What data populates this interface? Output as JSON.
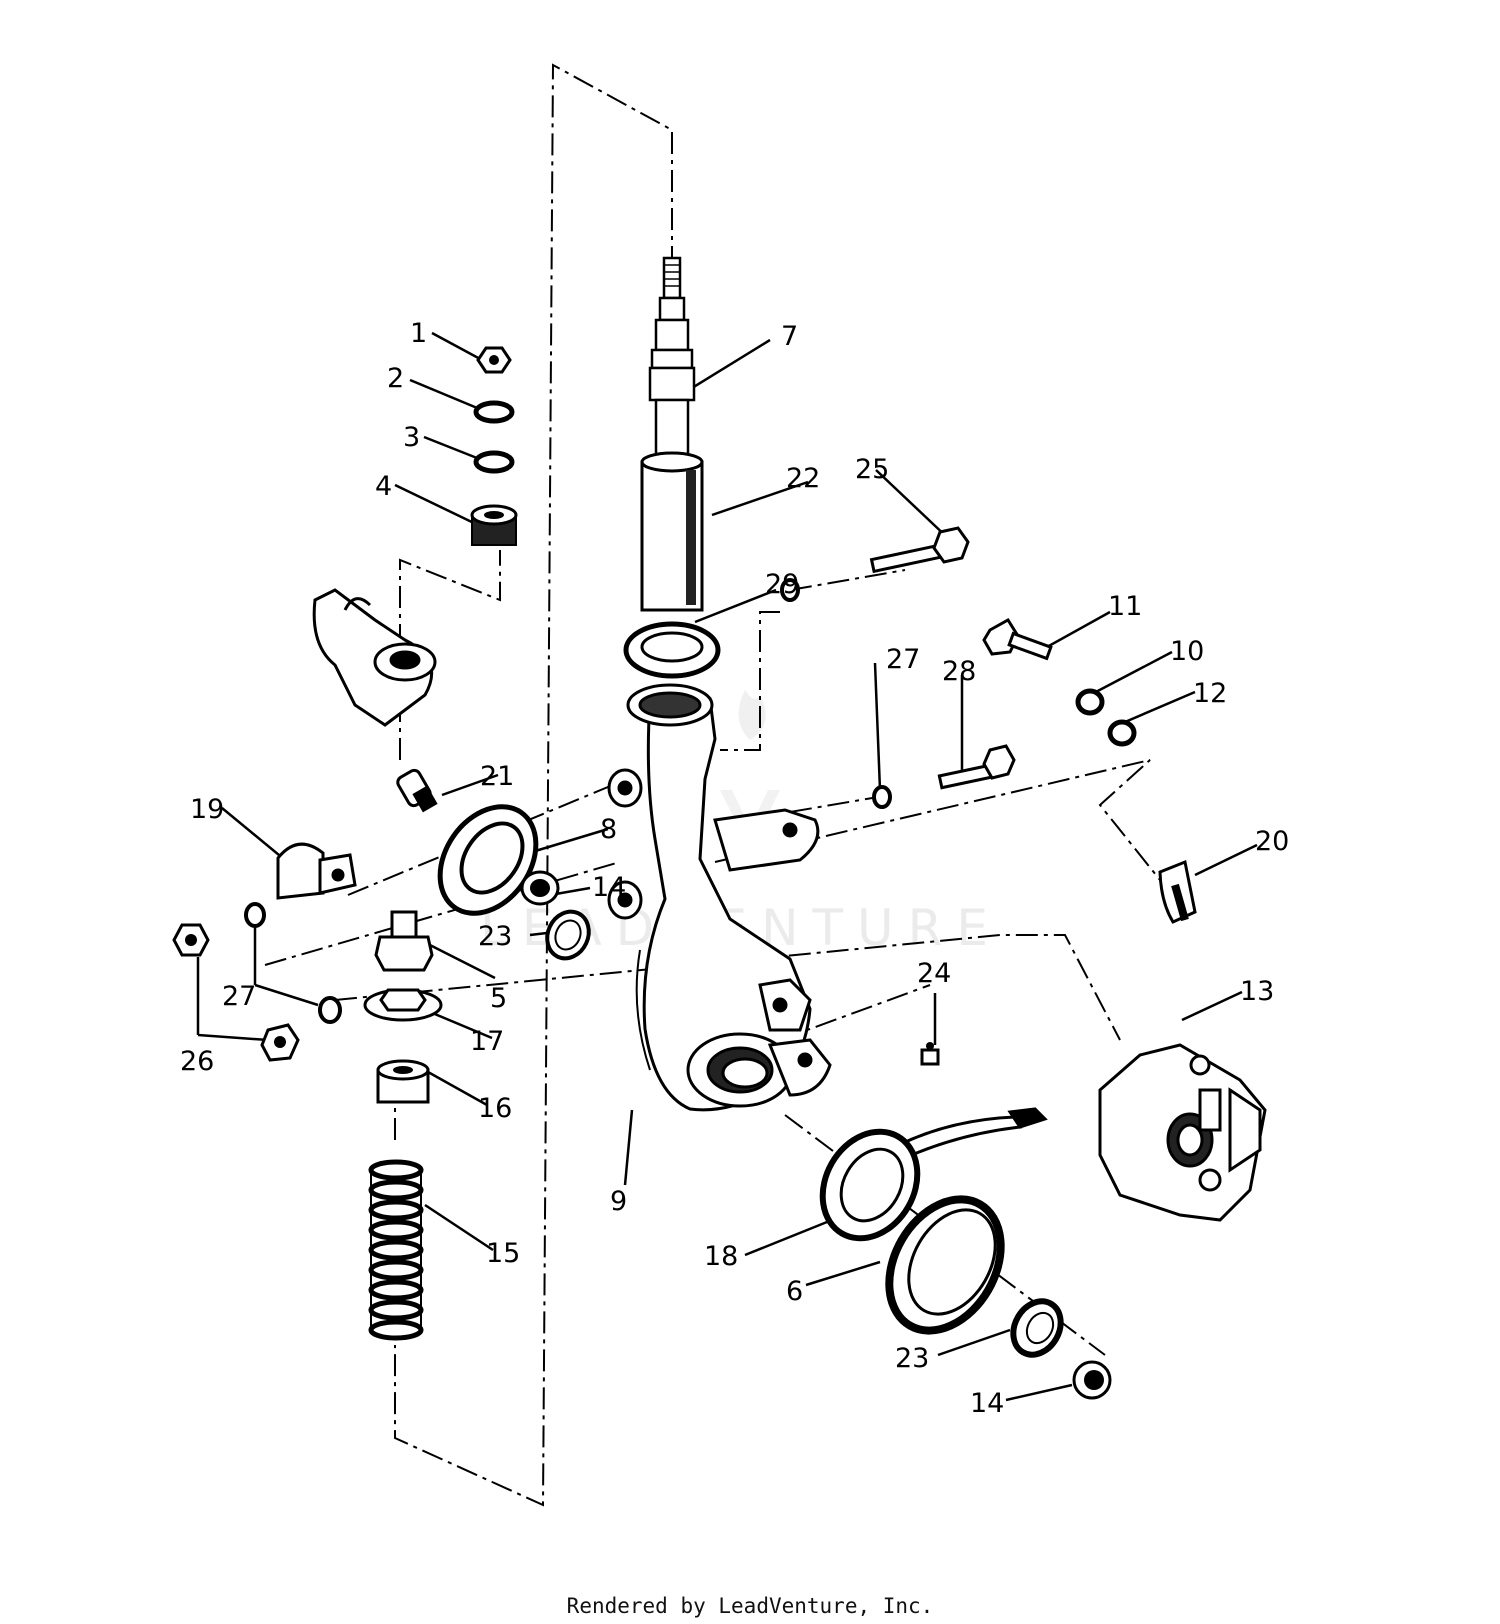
{
  "callouts": {
    "c1": "1",
    "c2": "2",
    "c3": "3",
    "c4": "4",
    "c5": "5",
    "c6": "6",
    "c7": "7",
    "c8": "8",
    "c9": "9",
    "c10": "10",
    "c11": "11",
    "c12": "12",
    "c13": "13",
    "c14a": "14",
    "c14b": "14",
    "c15": "15",
    "c16": "16",
    "c17": "17",
    "c18": "18",
    "c19": "19",
    "c20": "20",
    "c21": "21",
    "c22": "22",
    "c23a": "23",
    "c23b": "23",
    "c24": "24",
    "c25": "25",
    "c26": "26",
    "c27a": "27",
    "c27b": "27",
    "c28": "28",
    "c29": "29"
  },
  "watermark": "LEADVENTURE",
  "footer": "Rendered by LeadVenture, Inc."
}
